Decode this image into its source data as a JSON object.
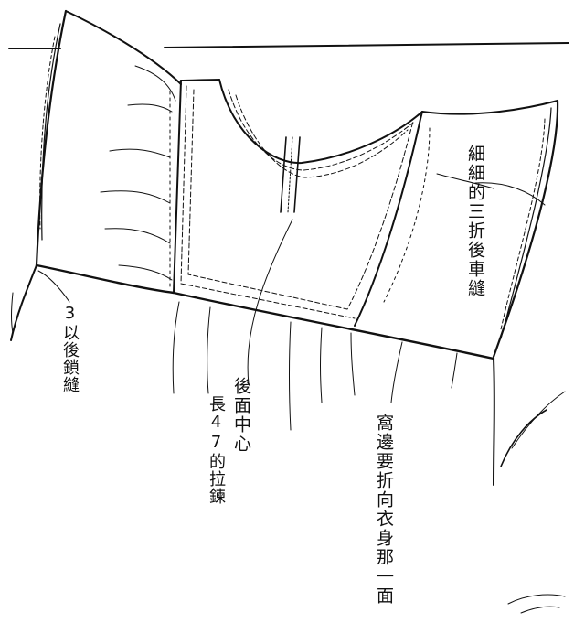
{
  "annotations": {
    "sleeve_edge": "細細的三折後車縫",
    "side_seam": "3以後鎖縫",
    "center_back_title": "後面中心",
    "zipper": "長47的拉鍊",
    "hem_fold": "窩邊要折向衣身那一面"
  },
  "colors": {
    "ink": "#111111",
    "paper": "#ffffff"
  }
}
